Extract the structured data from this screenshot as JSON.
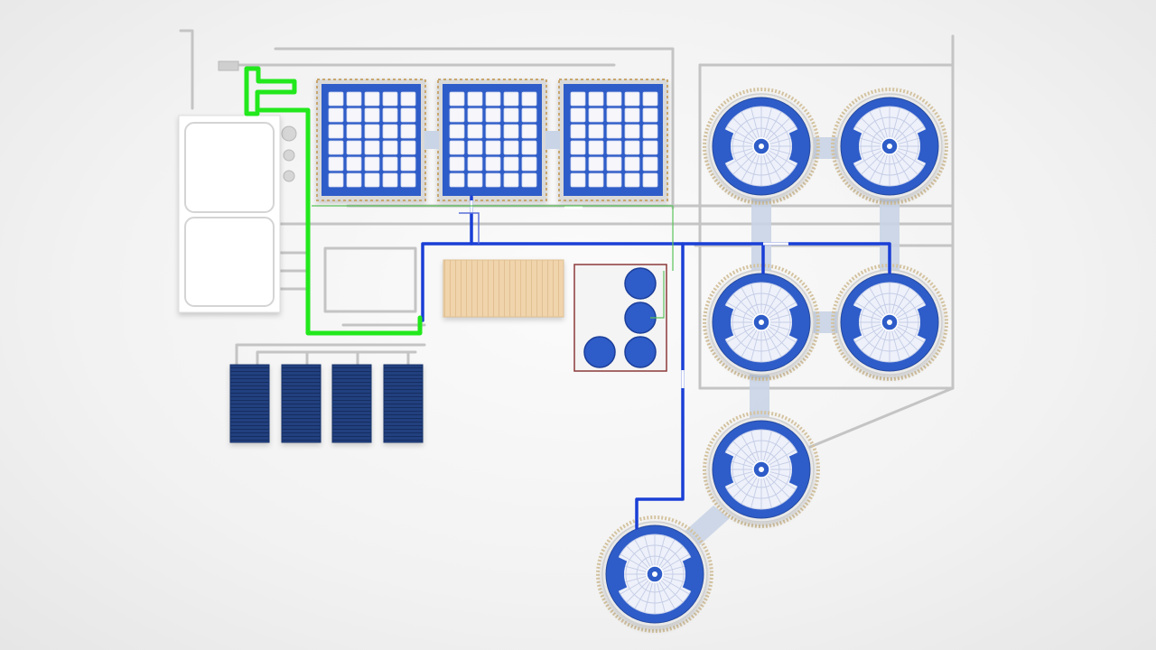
{
  "colors": {
    "background": "#f2f2f2",
    "pipe_grey": "#c2c2c2",
    "pipe_blue": "#1a3fd6",
    "pipe_green": "#22e81c",
    "basin_blue": "#2e5cc8",
    "solar_blue": "#1e3a7a",
    "tan_block": "#f0d2a8",
    "frame_red": "#8c3a3a",
    "walkway": "#c9d4e6"
  },
  "icons": {
    "rectangular_basin": "square-grid-tank-icon",
    "circular_clarifier": "circular-clarifier-icon",
    "storage_tank": "cylinder-tank-icon",
    "solar_panel": "solar-panel-icon"
  },
  "components": {
    "rectangular_basin_count": 3,
    "circular_clarifier_count": 6,
    "storage_tank_count": 4,
    "solar_panel_count": 4
  }
}
